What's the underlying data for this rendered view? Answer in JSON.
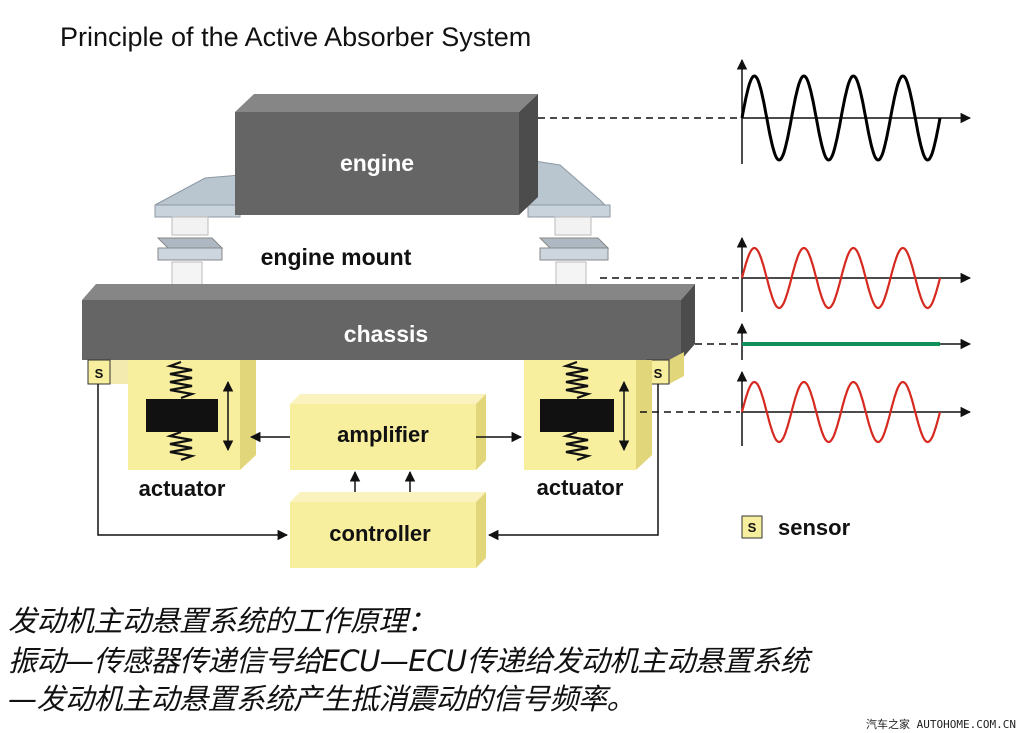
{
  "title": "Principle of the Active Absorber System",
  "labels": {
    "engine": "engine",
    "engine_mount": "engine mount",
    "chassis": "chassis",
    "amplifier": "amplifier",
    "controller": "controller",
    "actuator_left": "actuator",
    "actuator_right": "actuator",
    "sensor_box": "S",
    "sensor_legend": "sensor"
  },
  "waves": [
    {
      "color": "#000000",
      "cycles": 4
    },
    {
      "color": "#d62a20",
      "cycles": 4
    },
    {
      "color": "#0f8f5a",
      "cycles": 0
    },
    {
      "color": "#d62a20",
      "cycles": 4
    }
  ],
  "caption": {
    "line1": "发动机主动悬置系统的工作原理：",
    "line2": "振动—传感器传递信号给ECU—ECU传递给发动机主动悬置系统",
    "line3": "—发动机主动悬置系统产生抵消震动的信号频率。"
  },
  "watermark": "汽车之家 AUTOHOME.COM.CN",
  "colors": {
    "block_front": "#666565",
    "block_top": "#878686",
    "block_side": "#4d4c4c",
    "box_fill": "#f7ee9e",
    "box_side": "#e2d67a",
    "wave_red": "#d62a20",
    "wave_green": "#0f8f5a"
  }
}
